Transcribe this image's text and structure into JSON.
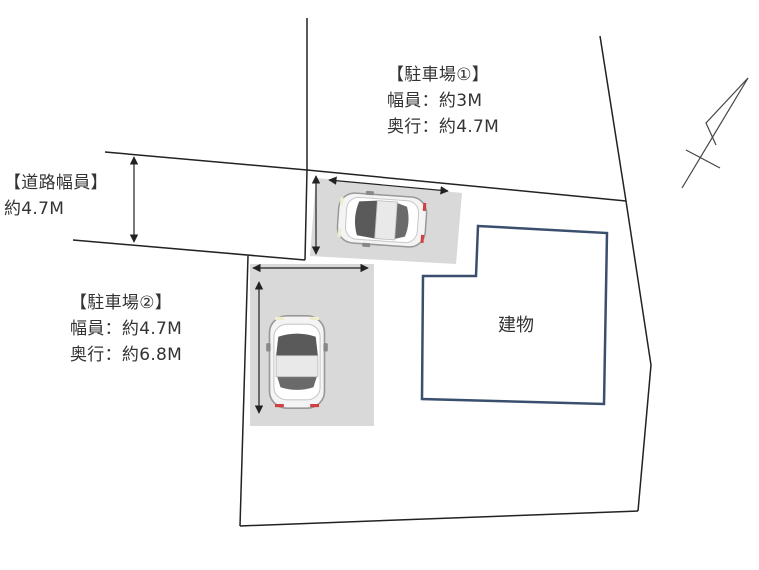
{
  "road_width": {
    "title": "【道路幅員】",
    "value": "約4.7M"
  },
  "parking_1": {
    "title": "【駐車場①】",
    "width": "幅員：約3M",
    "depth": "奥行：約4.7M"
  },
  "parking_2": {
    "title": "【駐車場②】",
    "width": "幅員：約4.7M",
    "depth": "奥行：約6.8M"
  },
  "building": {
    "label": "建物"
  },
  "colors": {
    "lines": "#222222",
    "building_outline": "#3a4f6e",
    "parking_pad": "#d9d9d9",
    "text": "#333333"
  },
  "icons": [
    "north-arrow-icon",
    "car-icon"
  ]
}
